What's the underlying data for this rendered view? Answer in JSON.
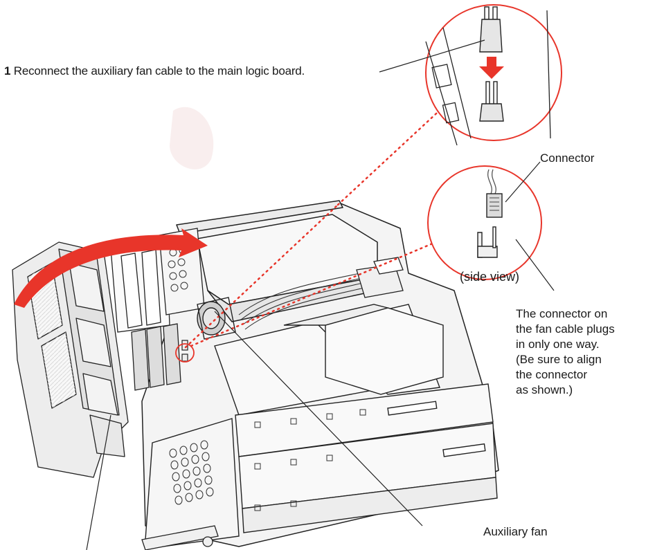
{
  "step": {
    "number": "1",
    "text": "Reconnect the auxiliary fan cable to the main logic board."
  },
  "labels": {
    "connector": "Connector",
    "side_view": "(side view)",
    "auxiliary_fan": "Auxiliary fan"
  },
  "note_lines": [
    "The connector on",
    "the fan cable plugs",
    "in only one way.",
    "(Be sure to align",
    "the connector",
    "as shown.)"
  ],
  "colors": {
    "accent_red": "#e8352a",
    "line_art": "#222222",
    "panel_fill": "#f2f2f2"
  }
}
